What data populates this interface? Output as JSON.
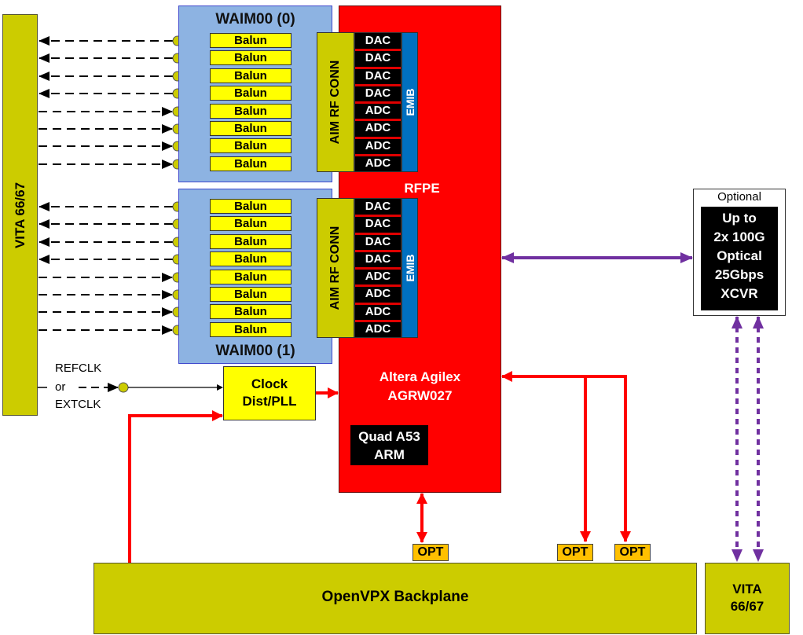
{
  "vita_left": {
    "label": "VITA  66/67"
  },
  "waim0": {
    "title": "WAIM00 (0)",
    "baluns": [
      "Balun",
      "Balun",
      "Balun",
      "Balun",
      "Balun",
      "Balun",
      "Balun",
      "Balun"
    ],
    "connector": "AIM RF CONN",
    "converters": [
      "DAC",
      "DAC",
      "DAC",
      "DAC",
      "ADC",
      "ADC",
      "ADC",
      "ADC"
    ],
    "emib": "EMIB"
  },
  "waim1": {
    "title": "WAIM00 (1)",
    "baluns": [
      "Balun",
      "Balun",
      "Balun",
      "Balun",
      "Balun",
      "Balun",
      "Balun",
      "Balun"
    ],
    "connector": "AIM RF CONN",
    "converters": [
      "DAC",
      "DAC",
      "DAC",
      "DAC",
      "ADC",
      "ADC",
      "ADC",
      "ADC"
    ],
    "emib": "EMIB"
  },
  "fpga": {
    "rfpe_label": "RFPE",
    "name_line1": "Altera Agilex",
    "name_line2": "AGRW027",
    "arm_line1": "Quad A53",
    "arm_line2": "ARM"
  },
  "clock": {
    "input_line1": "REFCLK",
    "input_line2": "or",
    "input_line3": "EXTCLK",
    "block_line1": "Clock",
    "block_line2": "Dist/PLL"
  },
  "xcvr": {
    "optional_label": "Optional",
    "lines": [
      "Up to",
      "2x 100G",
      "Optical",
      "25Gbps",
      "XCVR"
    ]
  },
  "backplane": {
    "label": "OpenVPX Backplane",
    "opt_labels": [
      "OPT",
      "OPT",
      "OPT"
    ]
  },
  "vita_right": {
    "line1": "VITA",
    "line2": "66/67"
  },
  "colors": {
    "fpga": "#ff0000",
    "waim": "#8db3e2",
    "olive": "#cccc00",
    "balun": "#ffff00",
    "opt": "#ffc000",
    "emib": "#0070c0",
    "purple_link": "#7030a0",
    "red_link": "#ff0000"
  }
}
